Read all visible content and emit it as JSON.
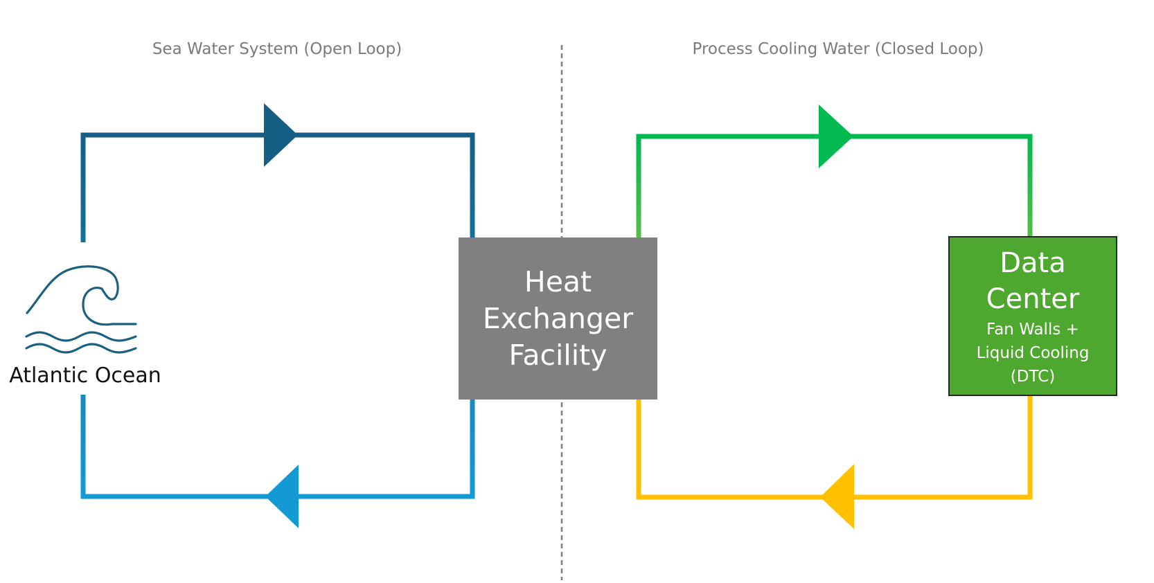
{
  "sections": {
    "left_title": "Sea Water System (Open Loop)",
    "right_title": "Process Cooling Water (Closed Loop)"
  },
  "ocean": {
    "label": "Atlantic Ocean",
    "icon": "wave-icon"
  },
  "heat_exchanger": {
    "lines": [
      "Heat",
      "Exchanger",
      "Facility"
    ]
  },
  "data_center": {
    "title_lines": [
      "Data",
      "Center"
    ],
    "detail_lines": [
      "Fan Walls +",
      "Liquid Cooling",
      "(DTC)"
    ]
  },
  "colors": {
    "sea_supply": "#155f85",
    "sea_return": "#139ad4",
    "pcw_supply": "#00b94f",
    "pcw_return": "#ffc000",
    "heat_exchanger_fill": "#808080",
    "data_center_fill": "#4ea72e",
    "divider": "#7f7f7f"
  }
}
